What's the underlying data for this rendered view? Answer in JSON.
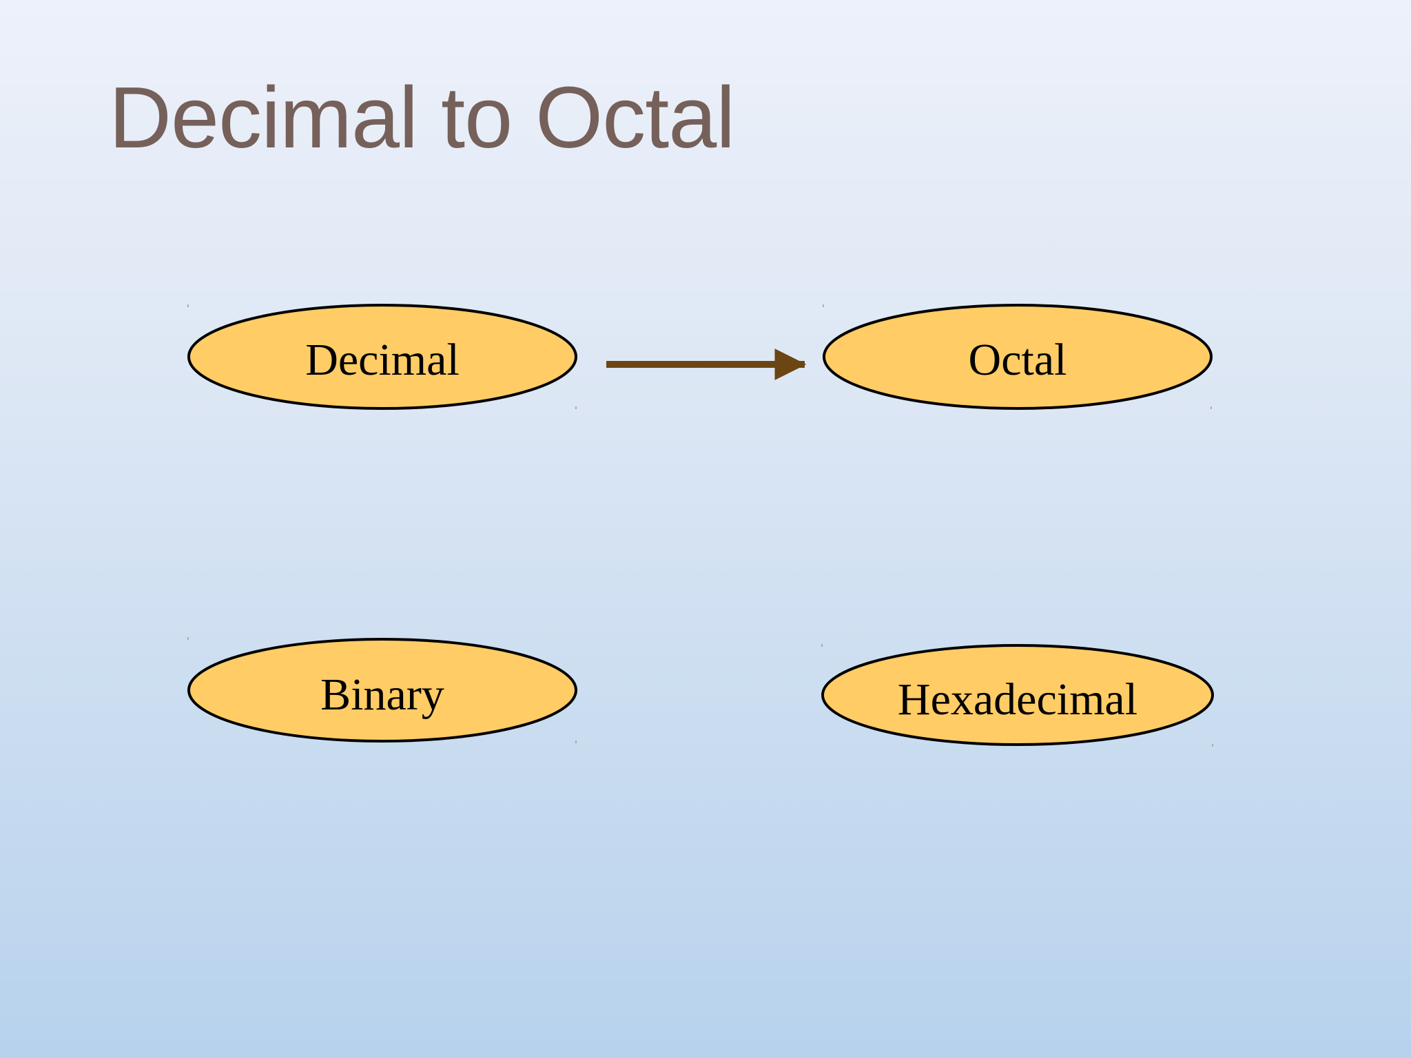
{
  "slide": {
    "title": "Decimal to Octal"
  },
  "diagram": {
    "nodes": {
      "decimal": "Decimal",
      "octal": "Octal",
      "binary": "Binary",
      "hexadecimal": "Hexadecimal"
    },
    "colors": {
      "node_fill": "#ffcc66",
      "node_stroke": "#000000",
      "arrow": "#6b4512",
      "title": "#76605a"
    },
    "edges": [
      {
        "from": "decimal",
        "to": "octal"
      }
    ]
  }
}
